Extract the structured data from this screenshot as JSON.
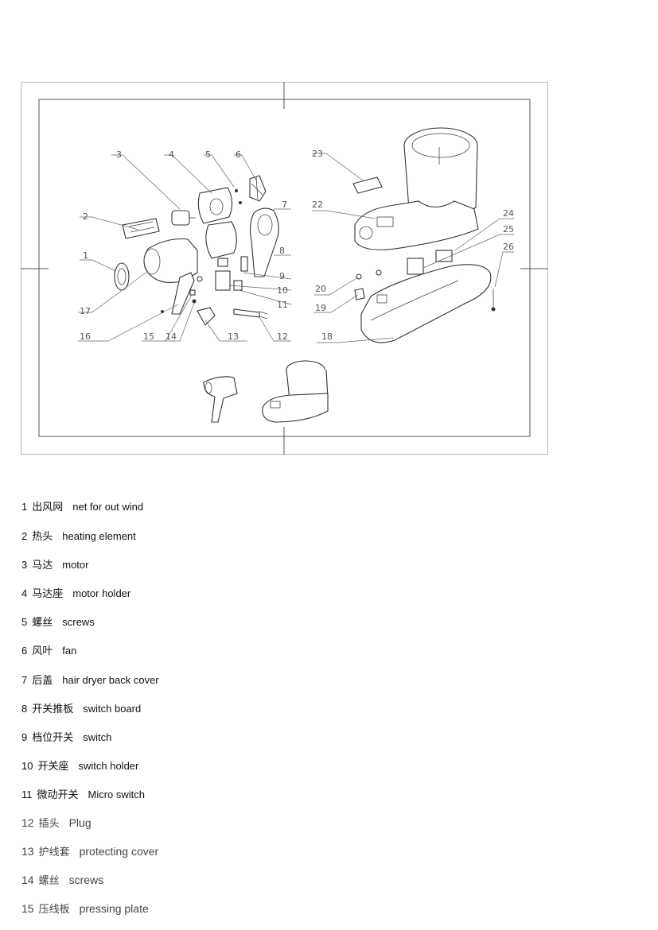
{
  "diagram": {
    "callouts": [
      "1",
      "2",
      "3",
      "4",
      "5",
      "6",
      "7",
      "8",
      "9",
      "10",
      "11",
      "12",
      "13",
      "14",
      "15",
      "16",
      "17",
      "18",
      "19",
      "20",
      "22",
      "23",
      "24",
      "25",
      "26"
    ]
  },
  "parts": [
    {
      "num": "1",
      "cn": "出风网",
      "en": "net for out wind"
    },
    {
      "num": "2",
      "cn": "热头",
      "en": "heating element"
    },
    {
      "num": "3",
      "cn": "马达",
      "en": "motor"
    },
    {
      "num": "4",
      "cn": "马达座",
      "en": "motor holder"
    },
    {
      "num": "5",
      "cn": "螺丝",
      "en": "screws"
    },
    {
      "num": "6",
      "cn": "风叶",
      "en": "fan"
    },
    {
      "num": "7",
      "cn": "后盖",
      "en": "hair dryer back cover"
    },
    {
      "num": "8",
      "cn": "开关推板",
      "en": "switch board"
    },
    {
      "num": "9",
      "cn": "档位开关",
      "en": "switch"
    },
    {
      "num": "10",
      "cn": "开关座",
      "en": "switch holder"
    },
    {
      "num": "11",
      "cn": "微动开关",
      "en": "Micro switch"
    },
    {
      "num": "12",
      "cn": "插头",
      "en": "Plug"
    },
    {
      "num": "13",
      "cn": "护线套",
      "en": "protecting cover"
    },
    {
      "num": "14",
      "cn": "螺丝",
      "en": "screws"
    },
    {
      "num": "15",
      "cn": "压线板",
      "en": "pressing plate"
    }
  ]
}
